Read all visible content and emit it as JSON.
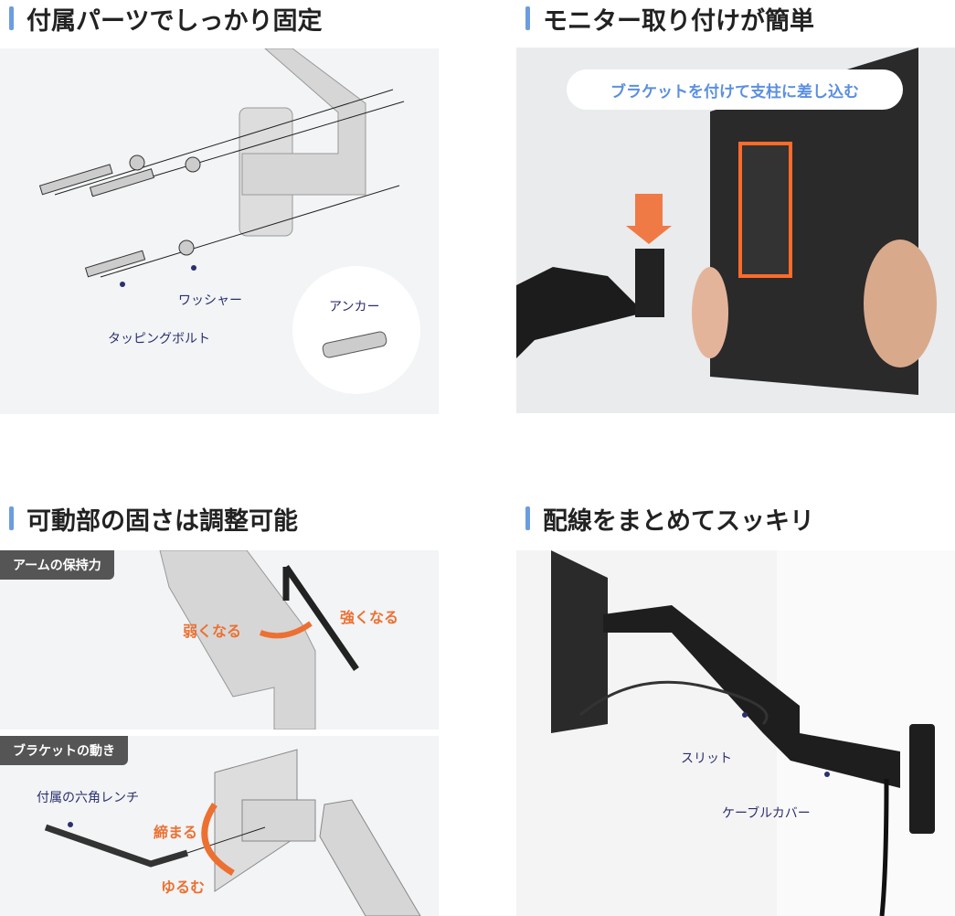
{
  "sections": [
    {
      "title": "付属パーツでしっかり固定",
      "labels": {
        "washer": "ワッシャー",
        "bolt": "タッピングボルト",
        "anchor": "アンカー"
      }
    },
    {
      "title": "モニター取り付けが簡単",
      "callout": "ブラケットを付けて支柱に差し込む"
    },
    {
      "title": "可動部の固さは調整可能",
      "sub1": {
        "tag": "アームの保持力",
        "weaker": "弱くなる",
        "stronger": "強くなる"
      },
      "sub2": {
        "tag": "ブラケットの動き",
        "wrench": "付属の六角レンチ",
        "tighten": "締まる",
        "loosen": "ゆるむ"
      }
    },
    {
      "title": "配線をまとめてスッキリ",
      "labels": {
        "slit": "スリット",
        "cover": "ケーブルカバー"
      }
    }
  ],
  "colors": {
    "accent": "#6d9de0",
    "orange": "#ec7032",
    "label": "#2c2f6e"
  }
}
